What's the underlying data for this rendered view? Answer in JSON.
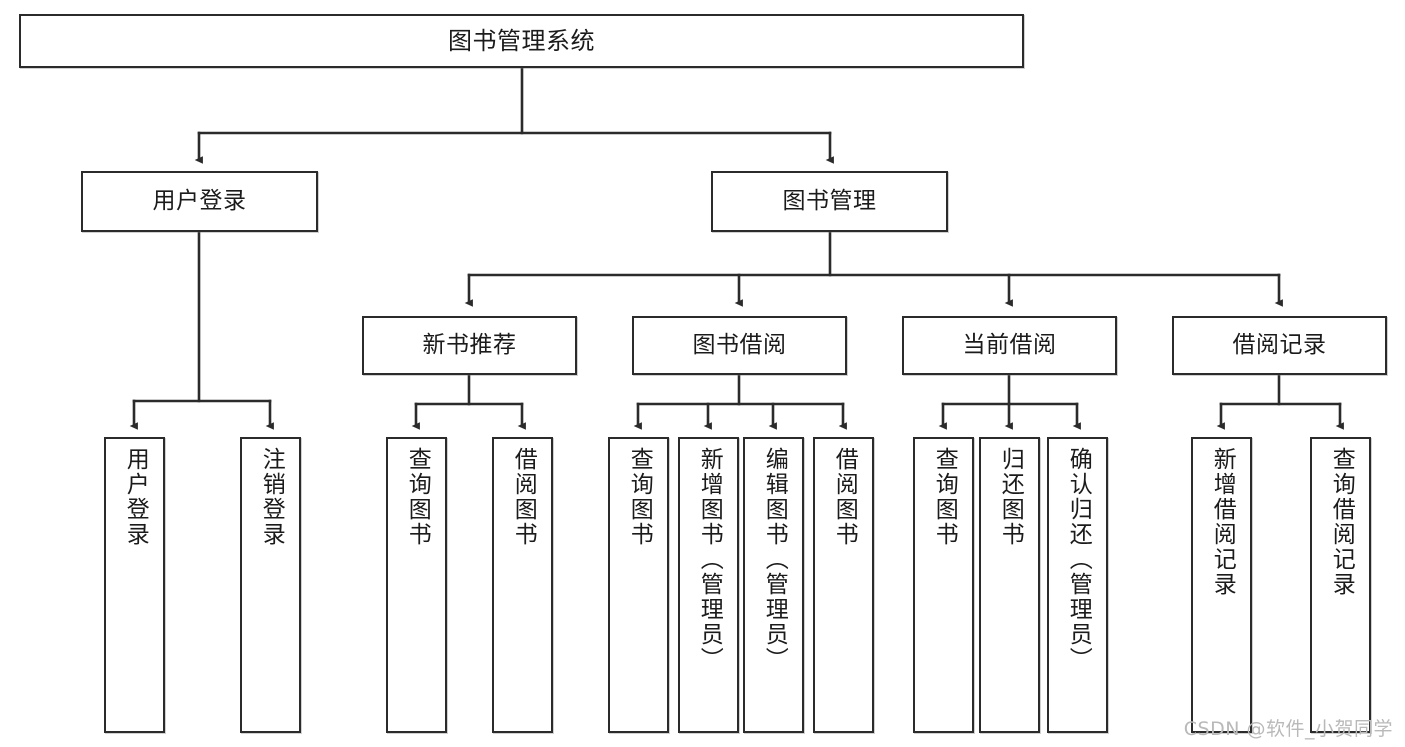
{
  "diagram": {
    "title": "图书管理系统",
    "type": "tree",
    "watermark": "CSDN @软件_小贺同学",
    "colors": {
      "stroke": "#2b2b2b",
      "fill": "#ffffff",
      "text": "#1b1b1b",
      "watermark": "#b9b9b9"
    }
  },
  "nodes": {
    "root": {
      "label": "图书管理系统",
      "level": 1,
      "orientation": "horizontal"
    },
    "user_login": {
      "label": "用户登录",
      "level": 2,
      "orientation": "horizontal"
    },
    "book_manage": {
      "label": "图书管理",
      "level": 2,
      "orientation": "horizontal"
    },
    "new_book_rec": {
      "label": "新书推荐",
      "level": 3,
      "orientation": "horizontal"
    },
    "book_borrow": {
      "label": "图书借阅",
      "level": 3,
      "orientation": "horizontal"
    },
    "current_borrow": {
      "label": "当前借阅",
      "level": 3,
      "orientation": "horizontal"
    },
    "borrow_record": {
      "label": "借阅记录",
      "level": 3,
      "orientation": "horizontal"
    },
    "leaf_user_login": {
      "label": "用户登录",
      "level": 3,
      "orientation": "vertical"
    },
    "leaf_logout": {
      "label": "注销登录",
      "level": 3,
      "orientation": "vertical"
    },
    "leaf_query_book_a": {
      "label": "查询图书",
      "level": 4,
      "orientation": "vertical"
    },
    "leaf_borrow_book_a": {
      "label": "借阅图书",
      "level": 4,
      "orientation": "vertical"
    },
    "leaf_query_book_b": {
      "label": "查询图书",
      "level": 4,
      "orientation": "vertical"
    },
    "leaf_add_book": {
      "label": "新增图书（管理员）",
      "level": 4,
      "orientation": "vertical"
    },
    "leaf_edit_book": {
      "label": "编辑图书（管理员）",
      "level": 4,
      "orientation": "vertical"
    },
    "leaf_borrow_book_b": {
      "label": "借阅图书",
      "level": 4,
      "orientation": "vertical"
    },
    "leaf_query_book_c": {
      "label": "查询图书",
      "level": 4,
      "orientation": "vertical"
    },
    "leaf_return_book": {
      "label": "归还图书",
      "level": 4,
      "orientation": "vertical"
    },
    "leaf_confirm_return": {
      "label": "确认归还（管理员）",
      "level": 4,
      "orientation": "vertical"
    },
    "leaf_add_record": {
      "label": "新增借阅记录",
      "level": 4,
      "orientation": "vertical"
    },
    "leaf_query_record": {
      "label": "查询借阅记录",
      "level": 4,
      "orientation": "vertical"
    }
  },
  "edges": [
    {
      "from": "root",
      "to": "user_login"
    },
    {
      "from": "root",
      "to": "book_manage"
    },
    {
      "from": "user_login",
      "to": "leaf_user_login"
    },
    {
      "from": "user_login",
      "to": "leaf_logout"
    },
    {
      "from": "book_manage",
      "to": "new_book_rec"
    },
    {
      "from": "book_manage",
      "to": "book_borrow"
    },
    {
      "from": "book_manage",
      "to": "current_borrow"
    },
    {
      "from": "book_manage",
      "to": "borrow_record"
    },
    {
      "from": "new_book_rec",
      "to": "leaf_query_book_a"
    },
    {
      "from": "new_book_rec",
      "to": "leaf_borrow_book_a"
    },
    {
      "from": "book_borrow",
      "to": "leaf_query_book_b"
    },
    {
      "from": "book_borrow",
      "to": "leaf_add_book"
    },
    {
      "from": "book_borrow",
      "to": "leaf_edit_book"
    },
    {
      "from": "book_borrow",
      "to": "leaf_borrow_book_b"
    },
    {
      "from": "current_borrow",
      "to": "leaf_query_book_c"
    },
    {
      "from": "current_borrow",
      "to": "leaf_return_book"
    },
    {
      "from": "current_borrow",
      "to": "leaf_confirm_return"
    },
    {
      "from": "borrow_record",
      "to": "leaf_add_record"
    },
    {
      "from": "borrow_record",
      "to": "leaf_query_record"
    }
  ]
}
